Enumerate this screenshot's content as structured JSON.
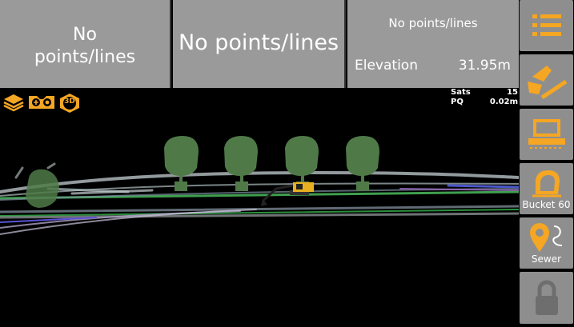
{
  "panels": {
    "left": {
      "text_line1": "No",
      "text_line2": "points/lines"
    },
    "middle": {
      "text": "No points/lines"
    },
    "right": {
      "title": "No points/lines",
      "elevation_label": "Elevation",
      "elevation_value": "31.95m"
    }
  },
  "status": {
    "sats_label": "Sats",
    "sats_value": "15",
    "pq_label": "PQ",
    "pq_value": "0.02m"
  },
  "toolbar": {
    "layers_icon": "layers-icon",
    "gamepad_icon": "gamepad-icon",
    "view3d_label": "3D"
  },
  "rail": {
    "menu_icon": "menu-icon",
    "dig_icon": "excavator-dig-icon",
    "blade_icon": "blade-icon",
    "bucket_label": "Bucket 60",
    "sewer_label": "Sewer",
    "lock_icon": "lock-icon"
  },
  "colors": {
    "accent": "#f5a623",
    "panel": "#9a9a9a",
    "tree": "#4f7a48"
  }
}
